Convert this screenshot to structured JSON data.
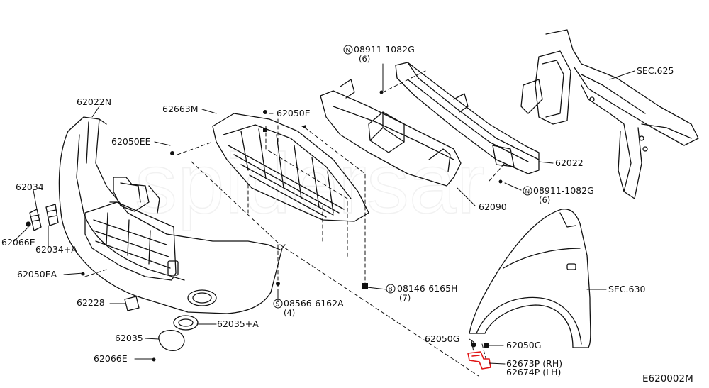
{
  "diagram_code": "E620002M",
  "watermark": "spidersar",
  "parts": {
    "p62022N": "62022N",
    "p62663M": "62663M",
    "p62050E": "62050E",
    "p62050EE": "62050EE",
    "p62034": "62034",
    "p62066E_a": "62066E",
    "p62034A": "62034+A",
    "p62050EA": "62050EA",
    "p62228": "62228",
    "p62035": "62035",
    "p62035A": "62035+A",
    "p62066E_b": "62066E",
    "p62022": "62022",
    "p62090": "62090",
    "p62050G_a": "62050G",
    "p62050G_b": "62050G",
    "p62673P": "62673P (RH)",
    "p62674P": "62674P (LH)",
    "sec625": "SEC.625",
    "sec630": "SEC.630"
  },
  "fasteners": {
    "n1_symbol": "N",
    "n1_code": "08911-1082G",
    "n1_qty": "(6)",
    "n2_symbol": "N",
    "n2_code": "08911-1082G",
    "n2_qty": "(6)",
    "b_symbol": "B",
    "b_code": "08146-6165H",
    "b_qty": "(7)",
    "s_symbol": "S",
    "s_code": "08566-6162A",
    "s_qty": "(4)"
  },
  "colors": {
    "line": "#111111",
    "highlight": "#e01515"
  }
}
